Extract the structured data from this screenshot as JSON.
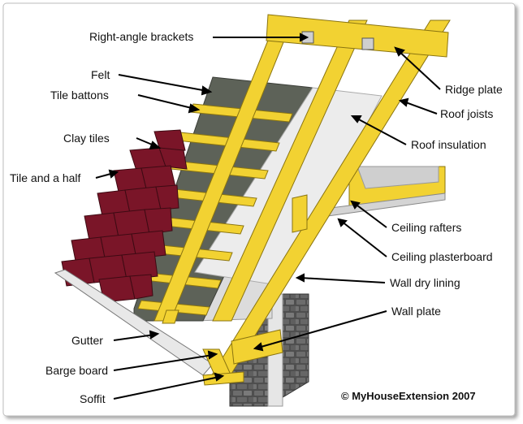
{
  "labels": {
    "right_angle_brackets": "Right-angle brackets",
    "felt": "Felt",
    "tile_battons": "Tile battons",
    "clay_tiles": "Clay tiles",
    "tile_and_a_half": "Tile and a half",
    "gutter": "Gutter",
    "barge_board": "Barge board",
    "soffit": "Soffit",
    "ridge_plate": "Ridge plate",
    "roof_joists": "Roof joists",
    "roof_insulation": "Roof insulation",
    "ceiling_rafters": "Ceiling rafters",
    "ceiling_plasterboard": "Ceiling plasterboard",
    "wall_dry_lining": "Wall dry lining",
    "wall_plate": "Wall plate"
  },
  "copyright": "© MyHouseExtension 2007",
  "colors": {
    "timber": "#f2d232",
    "timber_edge": "#8a7410",
    "felt": "#5d6258",
    "tile": "#7a1528",
    "insulation": "#ececec",
    "plaster": "#d9d9d9",
    "stone": "#5a5a5a"
  }
}
